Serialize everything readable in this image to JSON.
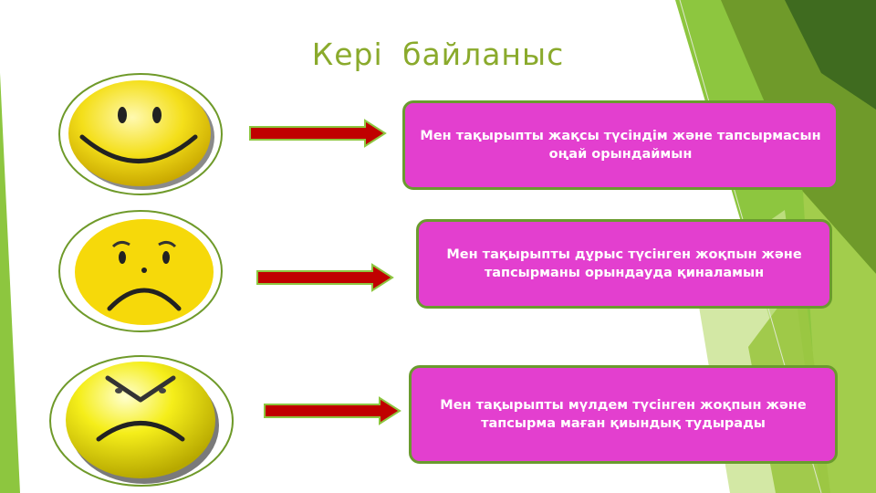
{
  "slide": {
    "title": "Кері  байланыс"
  },
  "feedback_items": [
    {
      "face": "happy-face",
      "text": "Мен тақырыпты жақсы түсіндім және тапсырмасын оңай орындаймын"
    },
    {
      "face": "sad-face",
      "text": "Мен тақырыпты дұрыс түсінген жоқпын және тапсырманы орындауда қиналамын"
    },
    {
      "face": "angry-face",
      "text": "Мен тақырыпты мүлдем түсінген жоқпын және тапсырма маған қиындық тудырады"
    }
  ],
  "colors": {
    "title": "#8aaa2c",
    "box_fill": "#e33fcf",
    "box_border": "#6a9b2e",
    "arrow": "#c00000",
    "accent_green": "#8dc63f"
  }
}
